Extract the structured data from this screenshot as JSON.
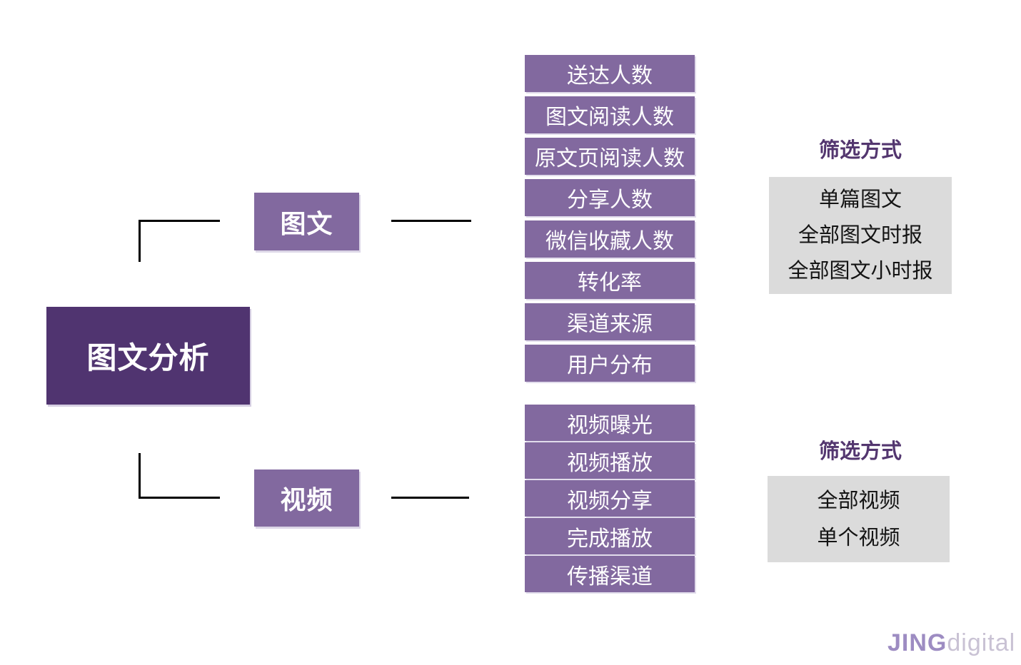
{
  "colors": {
    "root_box_bg": "#503470",
    "node_box_bg": "#82699F",
    "filter_heading_text": "#53366F",
    "filter_box_bg": "#DBDBDB",
    "connector_line": "#000000",
    "logo_jing": "#9D8CC2",
    "logo_digital": "#C9C2D4"
  },
  "root": {
    "title": "图文分析"
  },
  "branches": [
    {
      "label": "图文",
      "metrics": [
        "送达人数",
        "图文阅读人数",
        "原文页阅读人数",
        "分享人数",
        "微信收藏人数",
        "转化率",
        "渠道来源",
        "用户分布"
      ],
      "filter": {
        "heading": "筛选方式",
        "options": [
          "单篇图文",
          "全部图文时报",
          "全部图文小时报"
        ]
      }
    },
    {
      "label": "视频",
      "metrics": [
        "视频曝光",
        "视频播放",
        "视频分享",
        "完成播放",
        "传播渠道"
      ],
      "filter": {
        "heading": "筛选方式",
        "options": [
          "全部视频",
          "单个视频"
        ]
      }
    }
  ],
  "logo": {
    "bold": "JING",
    "light": "digital"
  }
}
